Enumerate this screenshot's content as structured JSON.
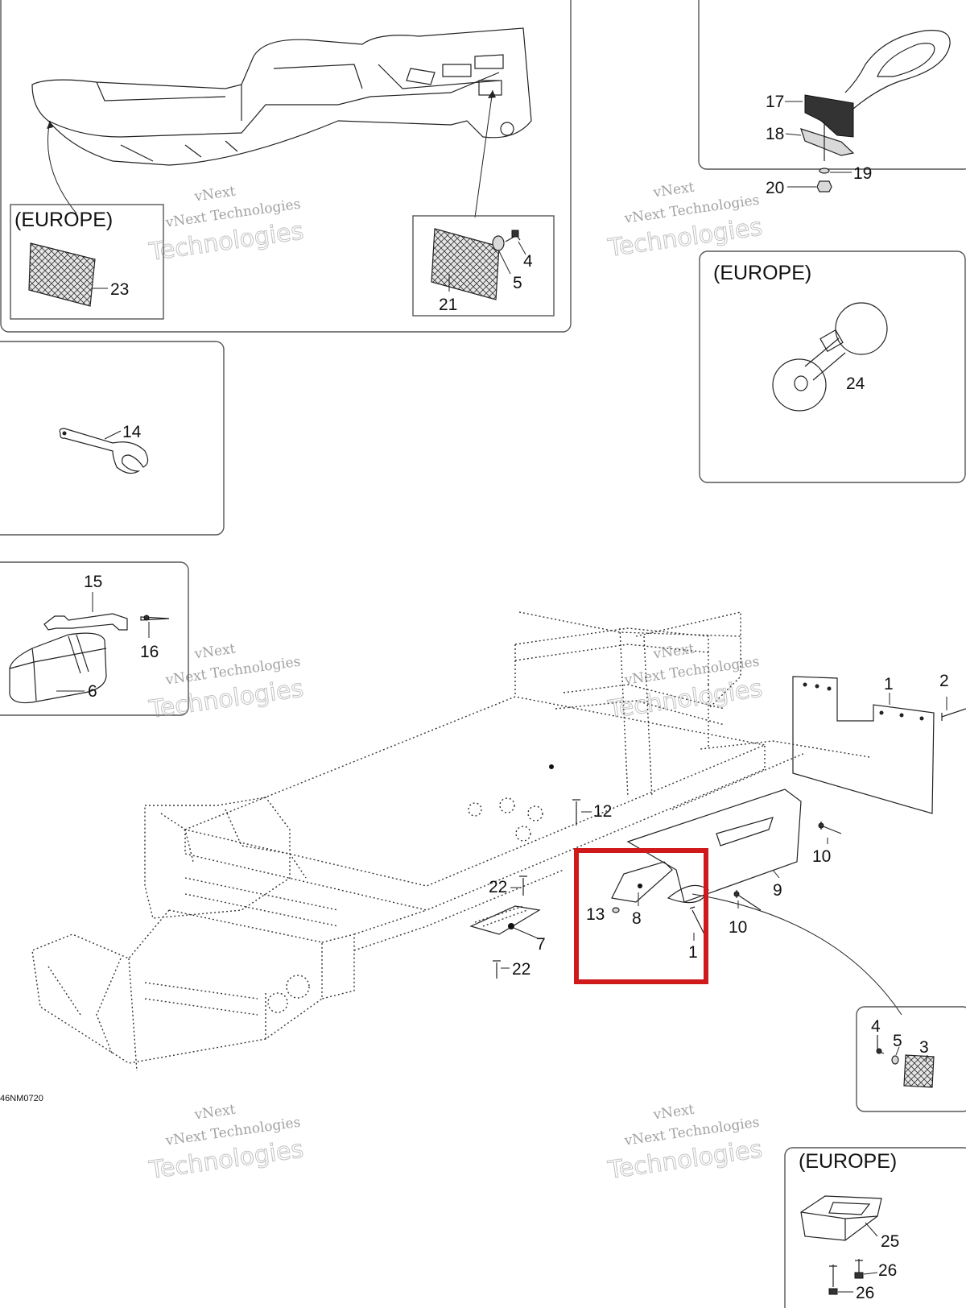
{
  "diagram": {
    "drawing_code": "46NM0720",
    "region_labels": {
      "europe_top_left": "(EUROPE)",
      "europe_right": "(EUROPE)",
      "europe_bottom_right": "(EUROPE)"
    },
    "watermark": {
      "line1": "vNext Technologies",
      "line2": "Technologies",
      "line0": "vNext"
    },
    "callouts": {
      "p1a": "1",
      "p1b": "1",
      "p2": "2",
      "p3": "3",
      "p4a": "4",
      "p4b": "4",
      "p5a": "5",
      "p5b": "5",
      "p6": "6",
      "p7": "7",
      "p8": "8",
      "p9": "9",
      "p10a": "10",
      "p10b": "10",
      "p12": "12",
      "p13": "13",
      "p14": "14",
      "p15": "15",
      "p16": "16",
      "p17": "17",
      "p18": "18",
      "p19": "19",
      "p20": "20",
      "p21": "21",
      "p22a": "22",
      "p22b": "22",
      "p23": "23",
      "p24": "24",
      "p25": "25",
      "p26a": "26",
      "p26b": "26"
    },
    "highlight_color": "#d0191b"
  }
}
